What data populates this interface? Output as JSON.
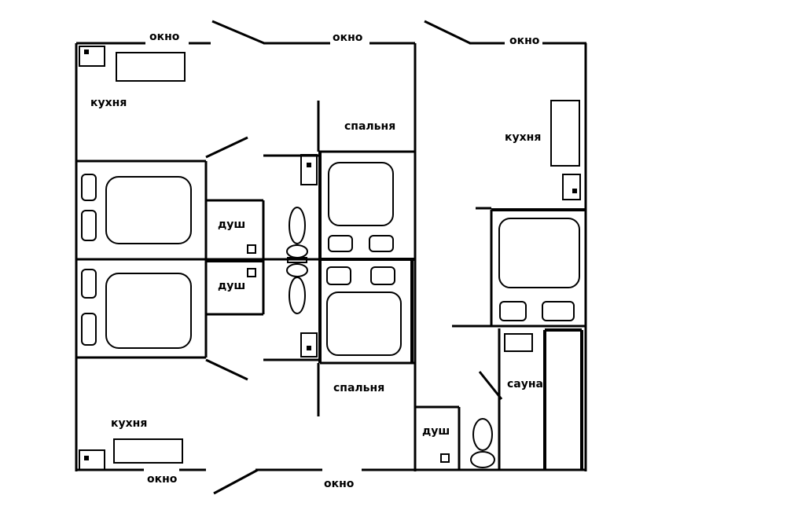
{
  "labels": {
    "okno_top_1": "окно",
    "okno_top_2": "окно",
    "okno_top_3": "окно",
    "okno_bottom_1": "окно",
    "okno_bottom_2": "окно",
    "kitchen_top_left": "кухня",
    "kitchen_bottom_left": "кухня",
    "kitchen_right": "кухня",
    "bedroom_top": "спальня",
    "bedroom_bottom": "спальня",
    "shower_1": "душ",
    "shower_2": "душ",
    "shower_3": "душ",
    "sauna": "сауна"
  }
}
